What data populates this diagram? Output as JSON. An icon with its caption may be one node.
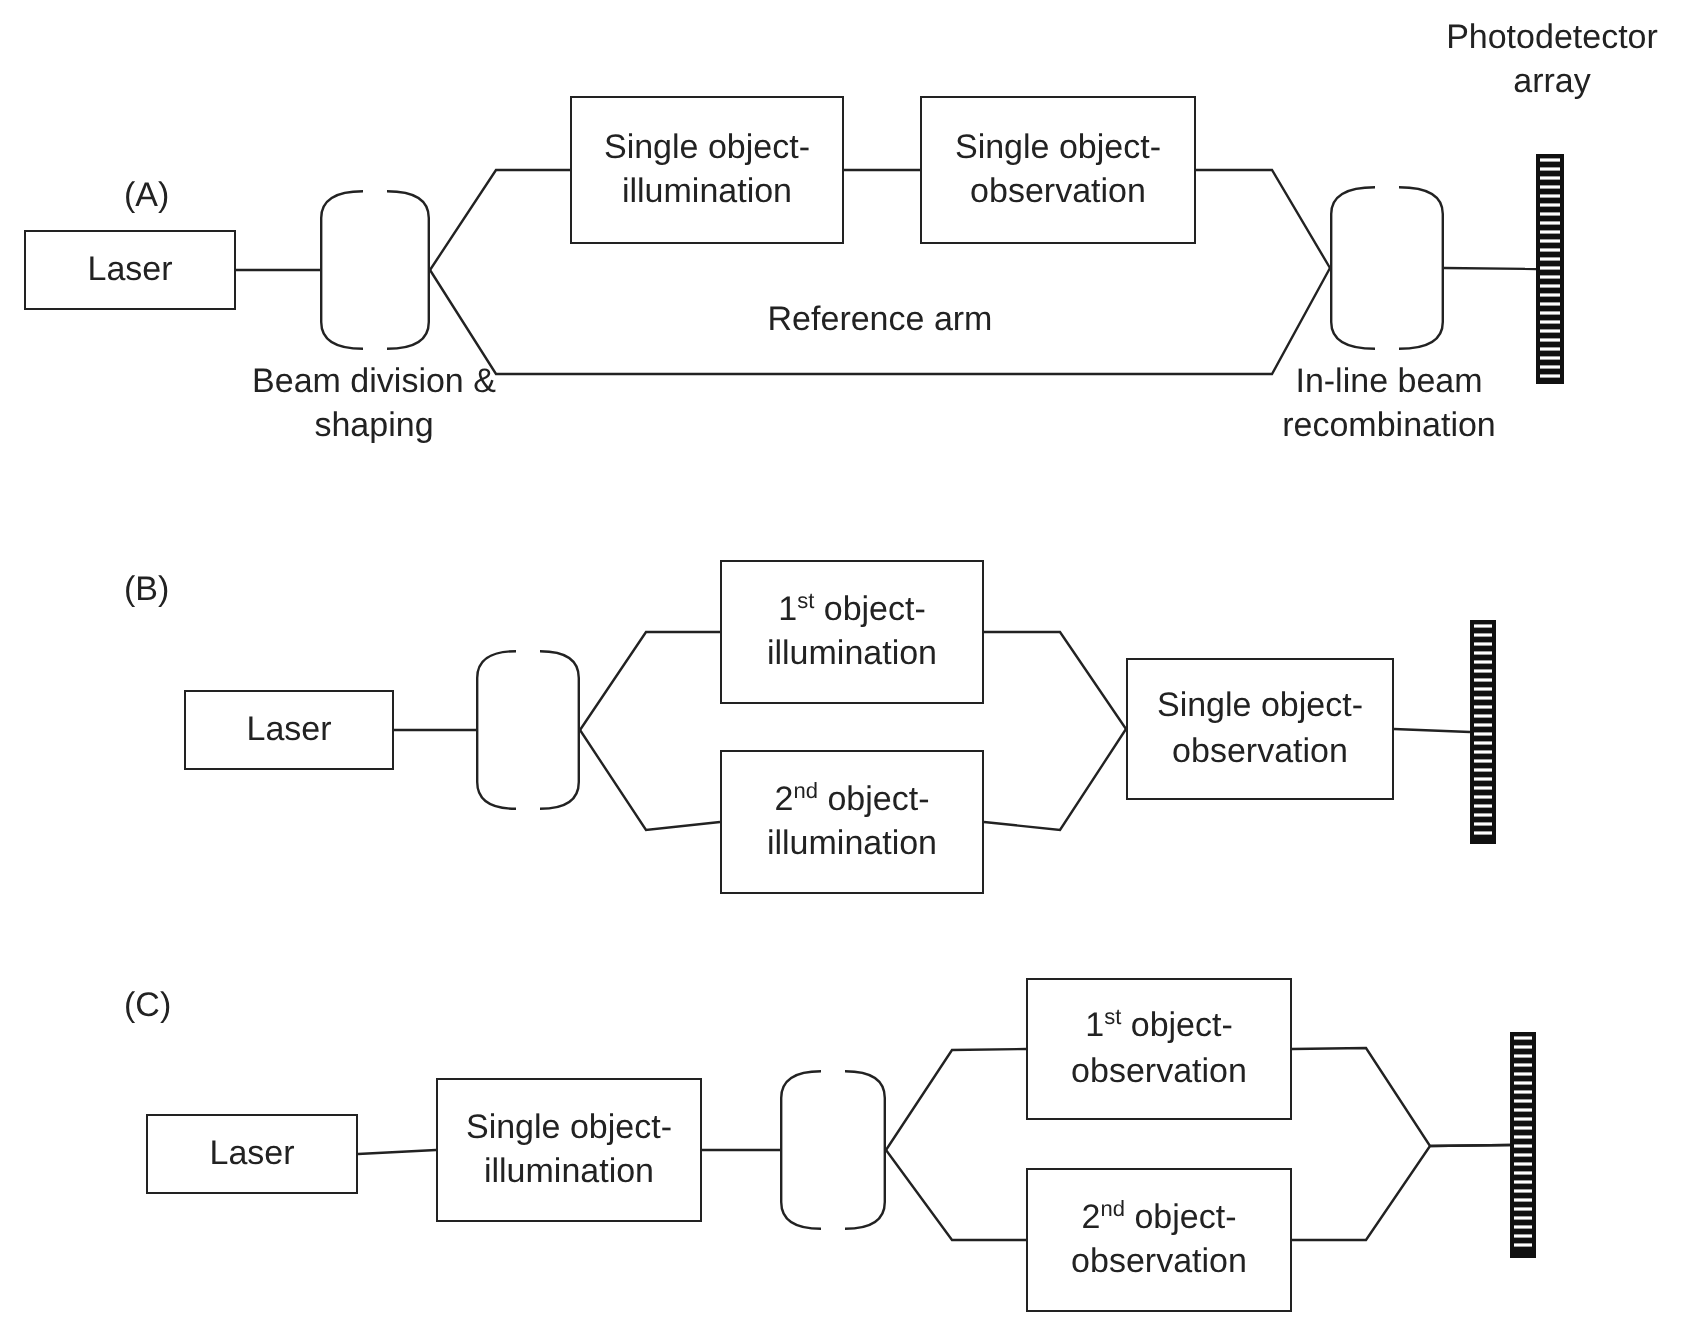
{
  "diagram": {
    "nodes": [
      {
        "text": [
          "Laser"
        ]
      },
      {
        "text": [
          "Beam division & shaping"
        ]
      },
      {
        "text": [
          "Single object-illumination"
        ]
      },
      {
        "text": [
          "Single object-observation"
        ]
      },
      {
        "text": [
          "In-line beam recombination"
        ]
      },
      {
        "text": [
          "Photodetector array"
        ]
      },
      {
        "text": [
          "Laser"
        ]
      },
      {
        "text": [],
        "shape": "lens"
      },
      {
        "text": [
          "1$^{st}$ object-illumination"
        ]
      },
      {
        "text": [
          "2$^{nd}$ object-illumination"
        ]
      },
      {
        "text": [
          "Single object-observation"
        ]
      },
      {
        "text": [],
        "shape": "bar"
      },
      {
        "text": [
          "Laser"
        ]
      },
      {
        "text": [
          "Single object-illumination"
        ]
      },
      {
        "text": [],
        "shape": "lens"
      },
      {
        "text": [
          "1$^{st}$ object-observation"
        ]
      },
      {
        "text": [
          "2$^{nd}$ object-observation"
        ]
      },
      {
        "text": [],
        "shape": "bar"
      }
    ],
    "edges": [
      {
        "from": 0,
        "to": 1,
        "arrow": "none"
      },
      {
        "from": 1,
        "to": 2,
        "arrow": "none"
      },
      {
        "from": 2,
        "to": 3,
        "arrow": "none"
      },
      {
        "from": 3,
        "to": 4,
        "arrow": "none"
      },
      {
        "from": 1,
        "to": 4,
        "arrow": "none",
        "label": "Reference arm"
      },
      {
        "from": 4,
        "to": 5,
        "arrow": "none"
      },
      {
        "from": 6,
        "to": 7,
        "arrow": "none"
      },
      {
        "from": 7,
        "to": 8,
        "arrow": "none"
      },
      {
        "from": 7,
        "to": 9,
        "arrow": "none"
      },
      {
        "from": 8,
        "to": 10,
        "arrow": "none"
      },
      {
        "from": 9,
        "to": 10,
        "arrow": "none"
      },
      {
        "from": 10,
        "to": 11,
        "arrow": "none"
      },
      {
        "from": 12,
        "to": 13,
        "arrow": "none"
      },
      {
        "from": 13,
        "to": 14,
        "arrow": "none"
      },
      {
        "from": 14,
        "to": 15,
        "arrow": "none"
      },
      {
        "from": 14,
        "to": 16,
        "arrow": "none"
      },
      {
        "from": 15,
        "to": 17,
        "arrow": "none"
      },
      {
        "from": 16,
        "to": 17,
        "arrow": "none"
      }
    ],
    "labels": [
      "(A)",
      "(B)",
      "(C)"
    ]
  }
}
